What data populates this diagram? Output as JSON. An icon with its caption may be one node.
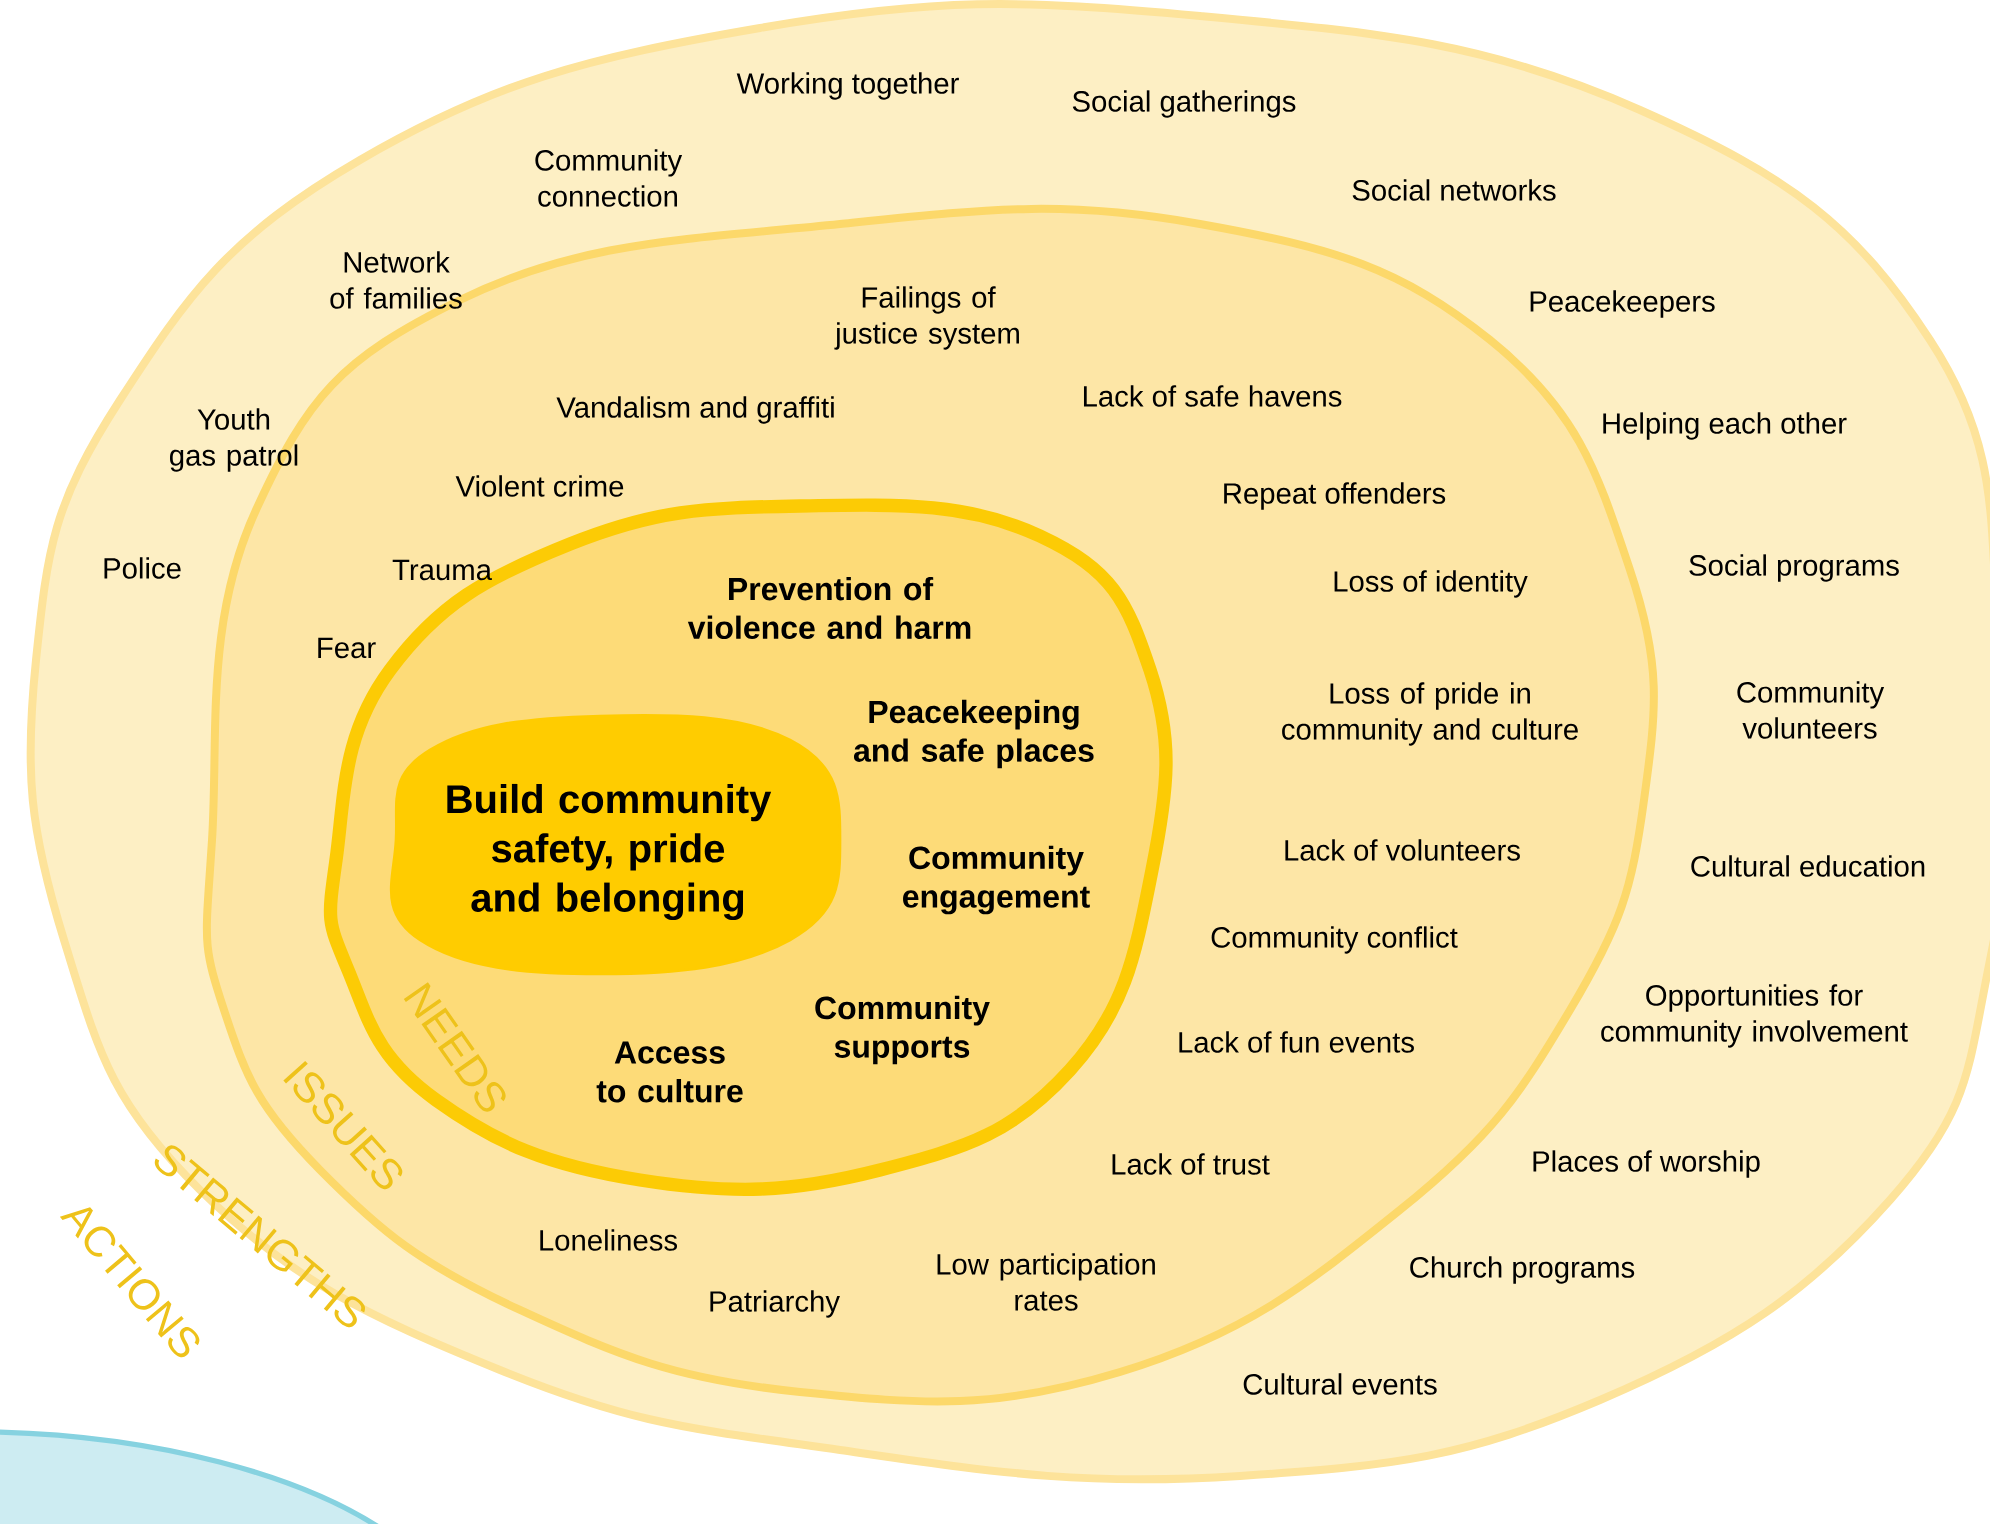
{
  "diagram": {
    "nodes": [
      {
        "text": [
          "STRENGTHS",
          "Working together",
          "Social gatherings",
          "Community connection",
          "Social networks",
          "Network of families",
          "Peacekeepers",
          "Youth gas patrol",
          "Helping each other",
          "Police",
          "Social programs",
          "Community volunteers",
          "Cultural education",
          "Opportunities for community involvement",
          "Places of worship",
          "Church programs",
          "Cultural events"
        ]
      },
      {
        "text": [
          "ISSUES",
          "Failings of justice system",
          "Vandalism and graffiti",
          "Lack of safe havens",
          "Violent crime",
          "Repeat offenders",
          "Trauma",
          "Loss of identity",
          "Fear",
          "Loss of pride in community and culture",
          "Lack of volunteers",
          "Community conflict",
          "Lack of fun events",
          "Lack of trust",
          "Loneliness",
          "Patriarchy",
          "Low participation rates"
        ],
        "in": 0
      },
      {
        "text": [
          "NEEDS",
          "Prevention of violence and harm",
          "Peacekeeping and safe places",
          "Community engagement",
          "Community supports",
          "Access to culture"
        ],
        "in": 1
      },
      {
        "text": [
          "Build community safety, pride and belonging"
        ],
        "in": 2
      }
    ],
    "edges": [],
    "labels": [
      "ACTIONS"
    ]
  }
}
